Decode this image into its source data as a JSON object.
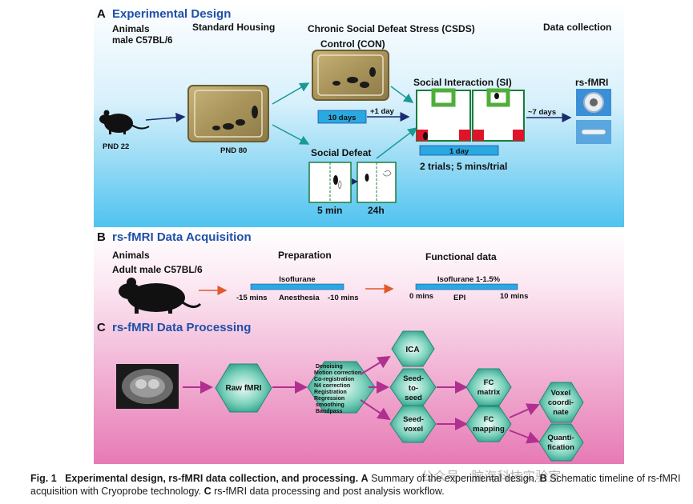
{
  "panel_a": {
    "letter": "A",
    "title": "Experimental Design",
    "col_animals": "Animals",
    "animal_strain": "male C57BL/6",
    "col_housing": "Standard Housing",
    "col_csds": "Chronic Social Defeat Stress (CSDS)",
    "col_data": "Data collection",
    "control_label": "Control (CON)",
    "pnd_start": "PND 22",
    "pnd_housing": "PND 80",
    "ten_days": "10 days",
    "plus_one_day": "+1 day",
    "social_interaction": "Social Interaction (SI)",
    "approx_seven_days": "~7 days",
    "rs_fmri": "rs-fMRI",
    "one_day": "1 day",
    "trials": "2 trials; 5 mins/trial",
    "social_defeat": "Social Defeat",
    "five_min": "5 min",
    "twenty_four_h": "24h"
  },
  "panel_b": {
    "letter": "B",
    "title": "rs-fMRI Data Acquisition",
    "col_animals": "Animals",
    "animal_label": "Adult male C57BL/6",
    "col_preparation": "Preparation",
    "col_functional": "Functional data",
    "isoflurane": "Isoflurane",
    "prep_start": "-15 mins",
    "anesthesia": "Anesthesia",
    "prep_end": "-10 mins",
    "isoflurane_range": "Isoflurane 1-1.5%",
    "epi_start": "0 mins",
    "epi": "EPI",
    "epi_end": "10 mins"
  },
  "panel_c": {
    "letter": "C",
    "title": "rs-fMRI Data Processing",
    "raw_fmri": "Raw fMRI",
    "steps": [
      "Denoising",
      "Motion correction",
      "Co-registration",
      "N4 correction",
      "Registration",
      "Regression",
      "smoothing",
      "Bandpass"
    ],
    "ica": "ICA",
    "seed_to_seed": [
      "Seed-",
      "to-",
      "seed"
    ],
    "seed_voxel": [
      "Seed-",
      "voxel"
    ],
    "fc_matrix": [
      "FC",
      "matrix"
    ],
    "fc_mapping": [
      "FC",
      "mapping"
    ],
    "voxel_coordinate": [
      "Voxel",
      "coordi-",
      "nate"
    ],
    "quantification": [
      "Quanti-",
      "fication"
    ]
  },
  "caption": {
    "fig_label": "Fig. 1",
    "bold_title": "Experimental design, rs-fMRI data collection, and processing.",
    "a_label": "A",
    "a_text": "Summary of the experimental design.",
    "b_label": "B",
    "b_text": "Schematic timeline of rs-fMRI acquisition with Cryoprobe technology.",
    "c_label": "C",
    "c_text": "rs-fMRI data processing and post analysis workflow."
  },
  "watermark": "公众号 · 脑海科技实验室",
  "colors": {
    "panel_a_top": "#ffffff",
    "panel_a_bottom": "#4fc3ef",
    "panel_bc_top": "#ffffff",
    "panel_bc_bottom": "#e77ab5",
    "title_blue": "#1f4fa8",
    "bar_blue": "#29a9e0",
    "teal_arrow": "#1a9a96",
    "magenta_arrow": "#b0308f",
    "hexagon": "#2aa58f",
    "red_arrow": "#e05a2a",
    "navy_arrow": "#1c2a6e"
  }
}
